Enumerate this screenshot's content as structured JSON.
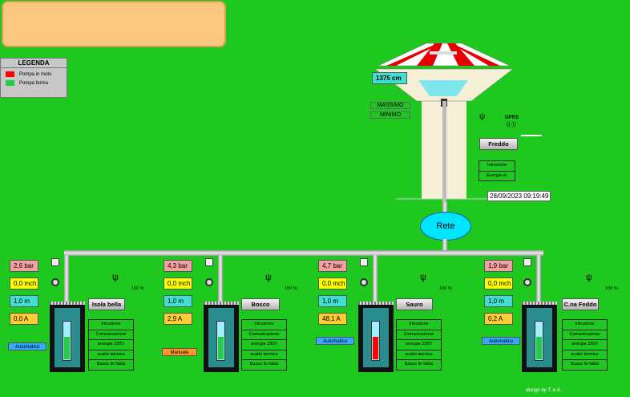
{
  "legend": {
    "title": "LEGENDA",
    "items": [
      {
        "label": "Pompa in moto",
        "color": "#ff0000"
      },
      {
        "label": "Pompa ferma",
        "color": "#22cc44"
      }
    ]
  },
  "tower": {
    "level": "1375 cm",
    "max_label": "MASSIMO",
    "min_label": "MINIMO",
    "name": "Freddo",
    "gprs": "GPRS",
    "alarms": [
      "Intrusione",
      "Energia el."
    ],
    "timestamp": "28/09/2023 09:19:49"
  },
  "rete": "Rete",
  "wells": [
    {
      "pressure": "2,6 bar",
      "flow": "0,0 mch",
      "depth": "1,0 m",
      "current": "0,0 A",
      "name": "Isola bella",
      "mode": "Automatico",
      "mode_color": "#33aaff",
      "pump_color": "#22cc44",
      "signal": "100 %"
    },
    {
      "pressure": "4,3 bar",
      "flow": "0,0 mch",
      "depth": "1,0 m",
      "current": "2,9 A",
      "name": "Bosco",
      "mode": "Manuale",
      "mode_color": "#ff9922",
      "pump_color": "#22cc44",
      "signal": "100 %"
    },
    {
      "pressure": "4,7 bar",
      "flow": "0,0 mch",
      "depth": "1,0 m",
      "current": "48,1 A",
      "name": "Sauro",
      "mode": "Automatico",
      "mode_color": "#33aaff",
      "pump_color": "#ff0000",
      "signal": "100 %"
    },
    {
      "pressure": "1,9 bar",
      "flow": "0,0 mch",
      "depth": "1,0 m",
      "current": "0,2 A",
      "name": "C.na Feddo",
      "mode": "Automatico",
      "mode_color": "#33aaff",
      "pump_color": "#22cc44",
      "signal": "100 %"
    }
  ],
  "well_alarms": [
    "Intrusione",
    "Comunicazione",
    "energia 230V",
    "scatto termico",
    "Basso liv falda"
  ],
  "colors": {
    "pressure_bg": "#f5a0a0",
    "flow_bg": "#ffff00",
    "depth_bg": "#40e0d0",
    "current_bg": "#ffcc33",
    "background": "#1ec81e"
  },
  "footer": "design by T. e A."
}
